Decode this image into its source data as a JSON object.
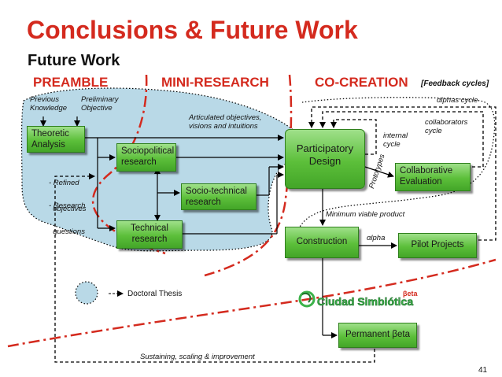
{
  "title": "Conclusions & Future Work",
  "subtitle": "Future Work",
  "phases": {
    "preamble": "PREAMBLE",
    "mini_research": "MINI-RESEARCH",
    "co_creation": "CO-CREATION"
  },
  "feedback_cycles": "[Feedback cycles]",
  "labels": {
    "previous_knowledge": [
      "Previous",
      "Knowledge"
    ],
    "preliminary_objective": [
      "Preliminary",
      "Objective"
    ],
    "refined_objectives": [
      "- Refined",
      "  objectives"
    ],
    "research_questions": [
      "- Research",
      "  questions"
    ],
    "articulated": [
      "Articulated objectives,",
      "visions and intuitions"
    ],
    "internal_cycle": [
      "internal",
      "cycle"
    ],
    "alphas_cycle": "αlphas cycle",
    "collaborators_cycle": [
      "collaborators",
      "cycle"
    ],
    "prototypes": "Prototypes",
    "minimum_viable_product": "Minimum viable product",
    "alpha": "αlpha",
    "doctoral_thesis": "Doctoral Thesis",
    "sustaining": "Sustaining, scaling & improvement",
    "page_number": "41"
  },
  "boxes": {
    "theoretic_analysis": [
      "Theoretic",
      "Analysis"
    ],
    "sociopolitical_research": [
      "Sociopolitical",
      "research"
    ],
    "socio_technical_research": [
      "Socio-technical",
      "research"
    ],
    "technical_research": [
      "Technical",
      "research"
    ],
    "participatory_design": [
      "Participatory",
      "Design"
    ],
    "collaborative_evaluation": [
      "Collaborative",
      "Evaluation"
    ],
    "construction": "Construction",
    "pilot_projects": "Pilot Projects",
    "permanent_beta": "Permanent βeta"
  },
  "logo": {
    "text": "Ciudad Simbiótica",
    "beta": "βeta"
  },
  "colors": {
    "accent_red": "#d42a1e",
    "box_green": "#5cbf3a",
    "region_blue": "#b9d9e7"
  }
}
